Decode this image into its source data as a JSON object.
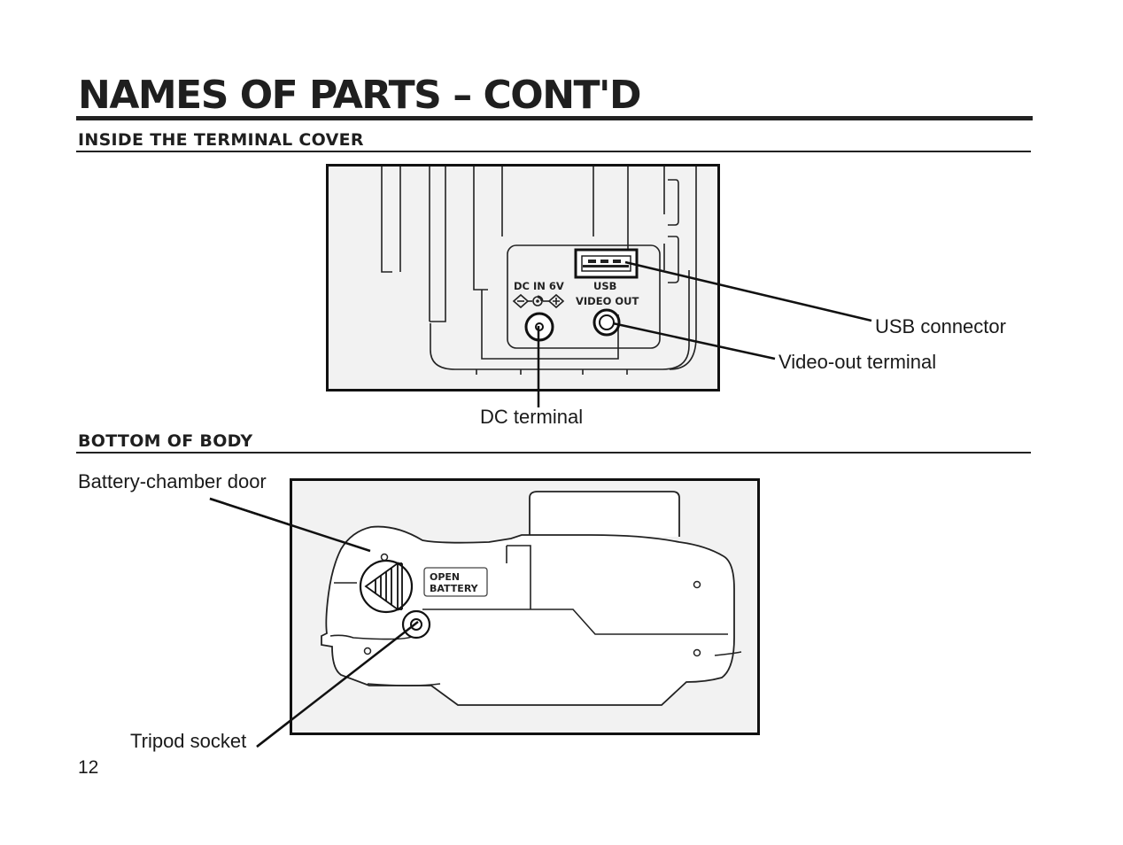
{
  "page": {
    "title": "NAMES OF PARTS – CONT'D",
    "page_number": "12"
  },
  "sections": {
    "terminal_cover": {
      "heading": "INSIDE THE TERMINAL COVER",
      "callouts": {
        "usb": "USB connector",
        "video": "Video-out terminal",
        "dc": "DC terminal"
      },
      "panel_text": {
        "dc_in": "DC IN 6V",
        "usb": "USB",
        "video_out": "VIDEO OUT"
      }
    },
    "bottom_body": {
      "heading": "BOTTOM OF BODY",
      "callouts": {
        "battery_door": "Battery-chamber door",
        "tripod": "Tripod socket"
      },
      "door_text": {
        "line1": "OPEN",
        "line2": "BATTERY"
      }
    }
  }
}
